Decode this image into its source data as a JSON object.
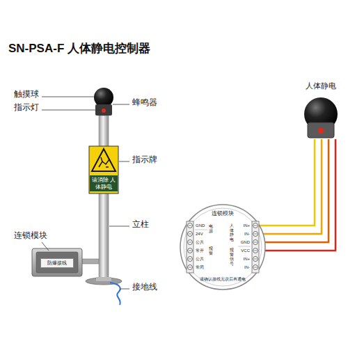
{
  "diagram": {
    "title": "SN-PSA-F 人体静电控制器",
    "nodes": [
      {
        "text": [
          "请消除 人体静电"
        ]
      },
      {
        "text": [
          "防爆接线"
        ]
      },
      {
        "text": [
          "人体静电"
        ]
      },
      {
        "text": [
          "连锁模块"
        ]
      }
    ],
    "edges": [
      {
        "from": 2,
        "to": 3,
        "arrow": "none"
      },
      {
        "from": 2,
        "to": 3,
        "arrow": "none"
      },
      {
        "from": 2,
        "to": 3,
        "arrow": "none"
      },
      {
        "from": 2,
        "to": 3,
        "arrow": "none"
      }
    ],
    "labels": [
      "触摸球",
      "指示灯",
      "蜂鸣器",
      "指示牌",
      "立柱",
      "连锁模块",
      "接地线",
      "GND",
      "24V",
      "公共",
      "常开",
      "公共",
      "常闭",
      "电源",
      "报警",
      "IN+",
      "IN-",
      "GND",
      "VCC",
      "IN+",
      "IN-",
      "人体静电",
      "报警信号",
      "请确认接线无误后再通电"
    ]
  }
}
